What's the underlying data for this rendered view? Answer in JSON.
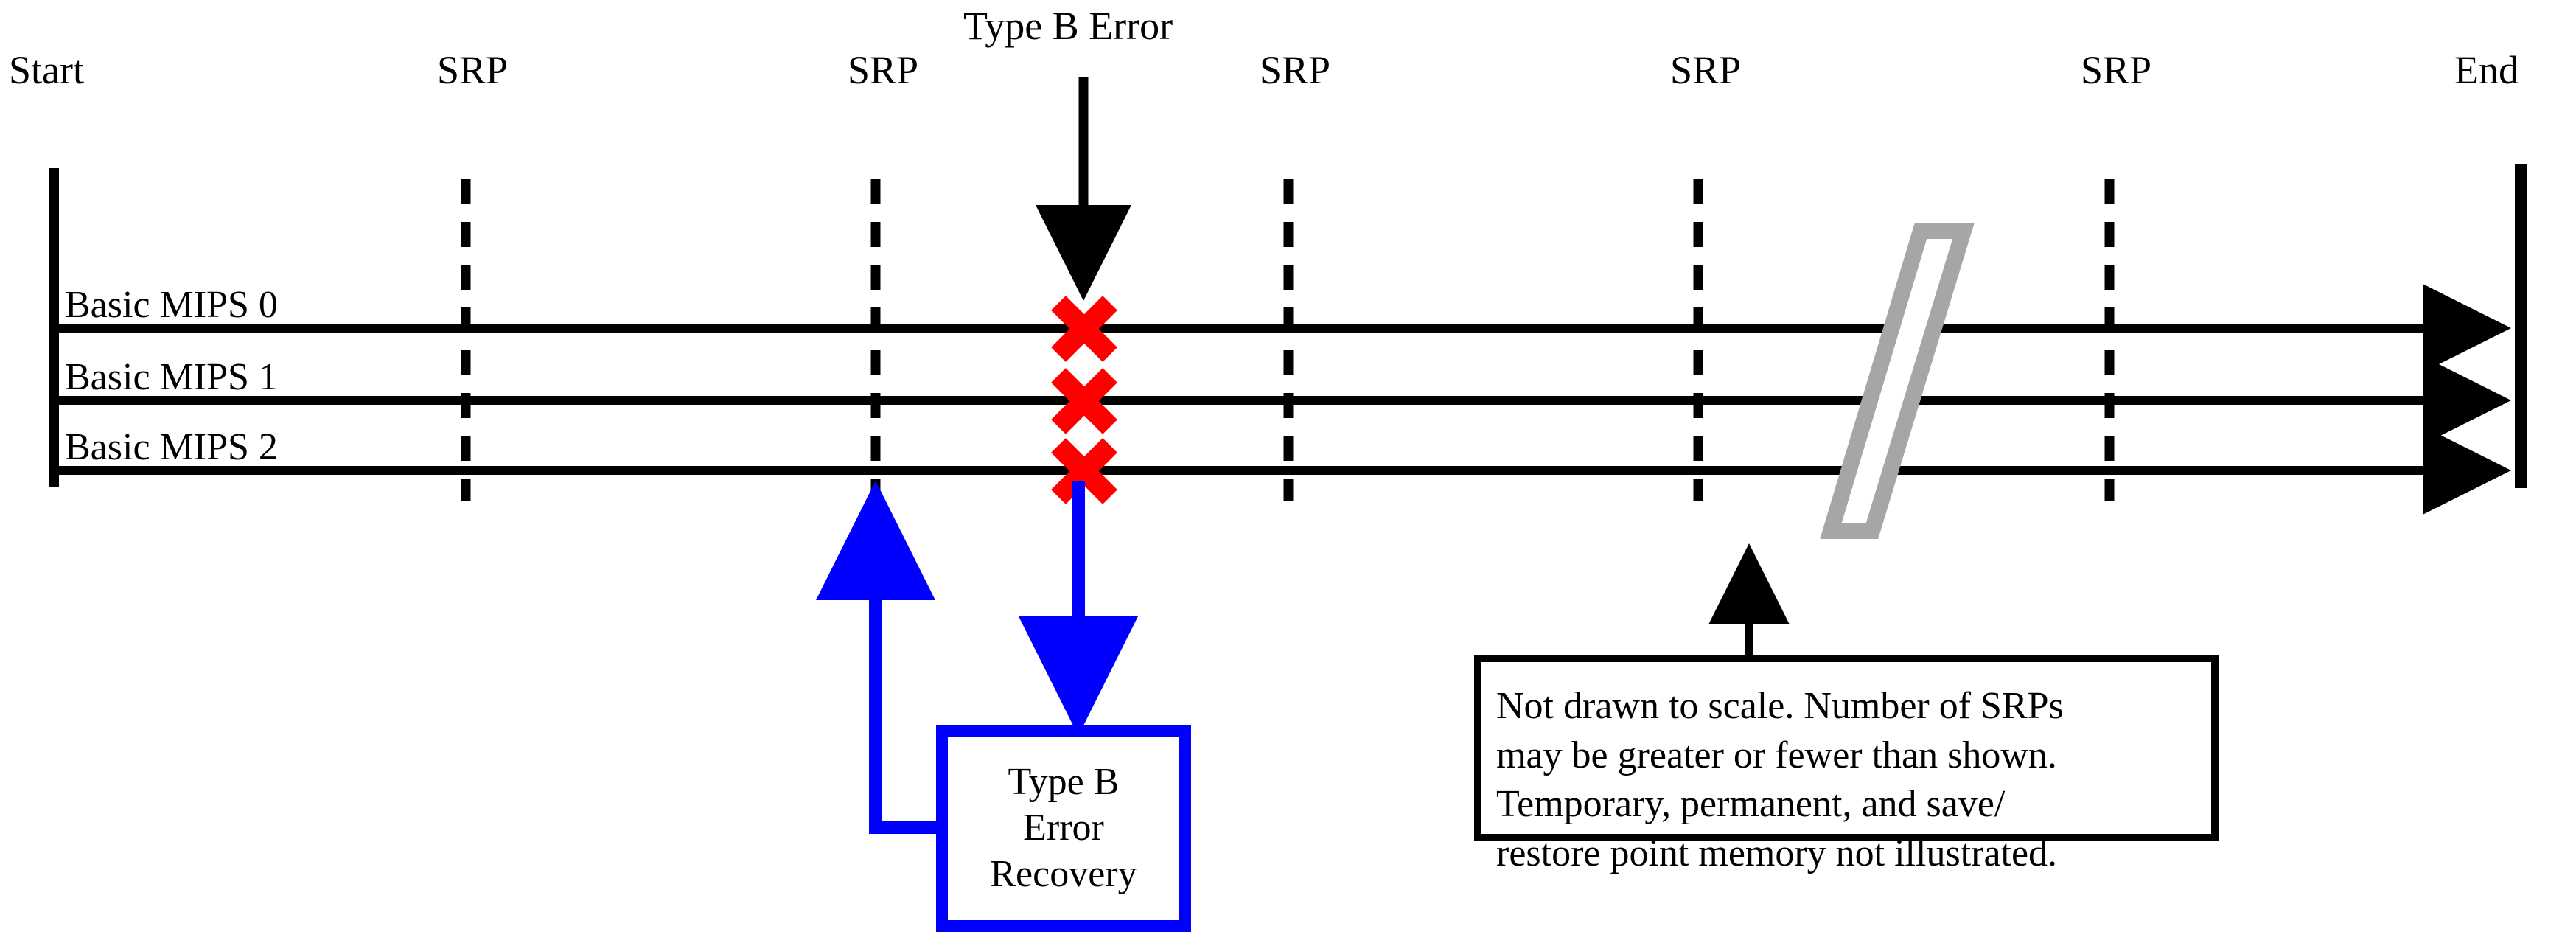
{
  "diagram": {
    "title_annotation": "Type B Error",
    "axis_labels": {
      "start": "Start",
      "end": "End",
      "srp": "SRP"
    },
    "srp_labels": [
      "SRP",
      "SRP",
      "SRP",
      "SRP",
      "SRP"
    ],
    "lanes": [
      {
        "label": "Basic MIPS 0"
      },
      {
        "label": "Basic MIPS 1"
      },
      {
        "label": "Basic MIPS 2"
      }
    ],
    "recovery_box": {
      "line1": "Type B",
      "line2": "Error",
      "line3": "Recovery"
    },
    "note_box": {
      "line1": "Not drawn to scale.  Number of SRPs",
      "line2": "may be greater or fewer than shown.",
      "line3": "Temporary, permanent, and save/",
      "line4": "restore point memory not illustrated."
    },
    "icons": {
      "error_mark": "red-x-error-icon",
      "break_symbol": "gray-break-parallelogram-icon",
      "error_arrow": "down-arrow-icon",
      "recovery_in_arrow": "blue-down-arrow-icon",
      "recovery_out_arrow": "blue-up-arrow-icon",
      "note_pointer": "note-pointer-arrow-icon"
    },
    "colors": {
      "line": "#000000",
      "error": "#ff0000",
      "recovery": "#0000ff",
      "break": "#a6a6a6",
      "background": "#ffffff"
    }
  }
}
